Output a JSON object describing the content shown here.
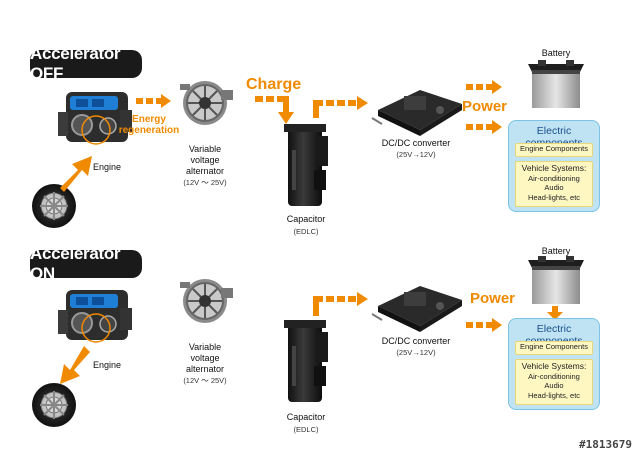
{
  "colors": {
    "accent_orange": "#f08a00",
    "pill_background": "#1a1a1a",
    "components_box": "#bfe3f3",
    "components_inner": "#fff7c2",
    "components_title": "#1a4f8a"
  },
  "panel_off": {
    "mode_label": "Accelerator OFF",
    "engine_label": "Engine",
    "energy_regeneration_label": "Energy regeneration",
    "alternator_label": "Variable voltage alternator",
    "alternator_range": "(12V ～ 25V)",
    "charge_label": "Charge",
    "capacitor_label": "Capacitor",
    "capacitor_type": "(EDLC)",
    "converter_label": "DC/DC converter",
    "converter_range": "(25V→12V)",
    "power_label": "Power",
    "battery_label": "Battery",
    "electric_components_title": "Electric components",
    "engine_components_label": "Engine Components",
    "vehicle_systems_title": "Vehicle Systems:",
    "vehicle_systems_items": "Air-conditioning",
    "vehicle_systems_item2": "Audio",
    "vehicle_systems_item3": "Head-lights, etc"
  },
  "panel_on": {
    "mode_label": "Accelerator ON",
    "engine_label": "Engine",
    "alternator_label": "Variable voltage alternator",
    "alternator_range": "(12V ～ 25V)",
    "capacitor_label": "Capacitor",
    "capacitor_type": "(EDLC)",
    "converter_label": "DC/DC converter",
    "converter_range": "(25V→12V)",
    "power_label": "Power",
    "battery_label": "Battery",
    "electric_components_title": "Electric components",
    "engine_components_label": "Engine Components",
    "vehicle_systems_title": "Vehicle Systems:",
    "vehicle_systems_items": "Air-conditioning",
    "vehicle_systems_item2": "Audio",
    "vehicle_systems_item3": "Head-lights, etc"
  },
  "watermark": "#1813679",
  "icons": [
    "engine-icon",
    "wheel-icon",
    "alternator-icon",
    "capacitor-icon",
    "dcdc-converter-icon",
    "battery-icon",
    "arrow-icon"
  ]
}
